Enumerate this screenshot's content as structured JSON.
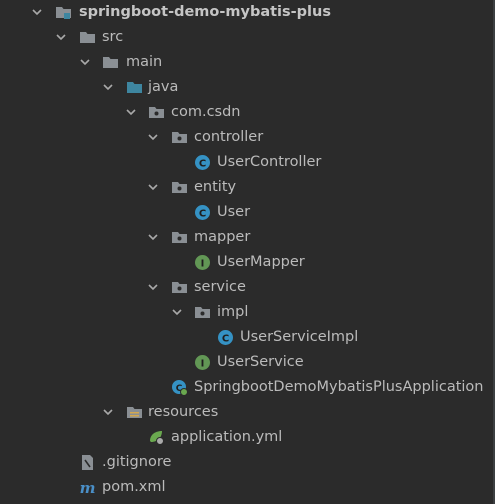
{
  "project_tree": {
    "root": {
      "label": "springboot-demo-mybatis-plus",
      "icon": "module-folder-icon",
      "expanded": true
    },
    "src": {
      "label": "src",
      "icon": "folder-icon",
      "expanded": true
    },
    "main": {
      "label": "main",
      "icon": "folder-icon",
      "expanded": true
    },
    "java": {
      "label": "java",
      "icon": "source-root-folder-icon",
      "expanded": true
    },
    "com_csdn": {
      "label": "com.csdn",
      "icon": "package-icon",
      "expanded": true
    },
    "controller": {
      "label": "controller",
      "icon": "package-icon",
      "expanded": true
    },
    "user_controller": {
      "label": "UserController",
      "icon": "java-class-icon"
    },
    "entity": {
      "label": "entity",
      "icon": "package-icon",
      "expanded": true
    },
    "user": {
      "label": "User",
      "icon": "java-class-icon"
    },
    "mapper": {
      "label": "mapper",
      "icon": "package-icon",
      "expanded": true
    },
    "user_mapper": {
      "label": "UserMapper",
      "icon": "java-interface-icon"
    },
    "service": {
      "label": "service",
      "icon": "package-icon",
      "expanded": true
    },
    "impl": {
      "label": "impl",
      "icon": "package-icon",
      "expanded": true
    },
    "user_service_impl": {
      "label": "UserServiceImpl",
      "icon": "java-class-icon"
    },
    "user_service": {
      "label": "UserService",
      "icon": "java-interface-icon"
    },
    "application_class": {
      "label": "SpringbootDemoMybatisPlusApplication",
      "icon": "spring-boot-application-icon"
    },
    "resources": {
      "label": "resources",
      "icon": "resources-root-folder-icon",
      "expanded": true
    },
    "application_yml": {
      "label": "application.yml",
      "icon": "spring-config-file-icon"
    },
    "gitignore": {
      "label": ".gitignore",
      "icon": "ignore-file-icon"
    },
    "pom_xml": {
      "label": "pom.xml",
      "icon": "maven-icon"
    }
  },
  "colors": {
    "background": "#2b2b2b",
    "text": "#bbbbbb",
    "class_icon": "#3592c4",
    "interface_icon": "#629755",
    "folder": "#8a8f94",
    "source_folder": "#3e86a0"
  }
}
